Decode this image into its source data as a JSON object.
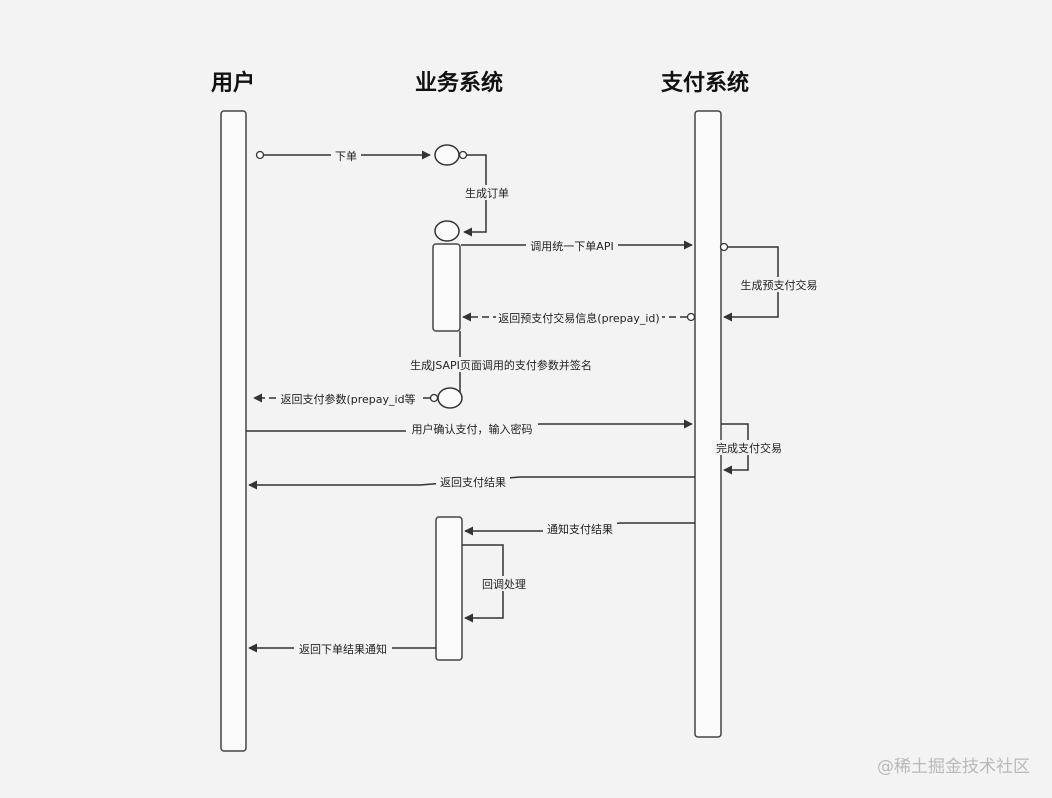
{
  "actors": {
    "user": "用户",
    "business": "业务系统",
    "payment": "支付系统"
  },
  "messages": {
    "place_order": "下单",
    "create_order": "生成订单",
    "call_unified_order_api": "调用统一下单API",
    "create_prepay_transaction": "生成预支付交易",
    "return_prepay_info": "返回预支付交易信息(prepay_id)",
    "sign_jsapi_params": "生成JSAPI页面调用的支付参数并签名",
    "return_pay_params": "返回支付参数(prepay_id等",
    "user_confirm_pay": "用户确认支付，输入密码",
    "complete_transaction": "完成支付交易",
    "return_pay_result": "返回支付结果",
    "notify_pay_result": "通知支付结果",
    "callback_handling": "回调处理",
    "return_order_notice": "返回下单结果通知"
  },
  "watermark": "@稀土掘金技术社区"
}
